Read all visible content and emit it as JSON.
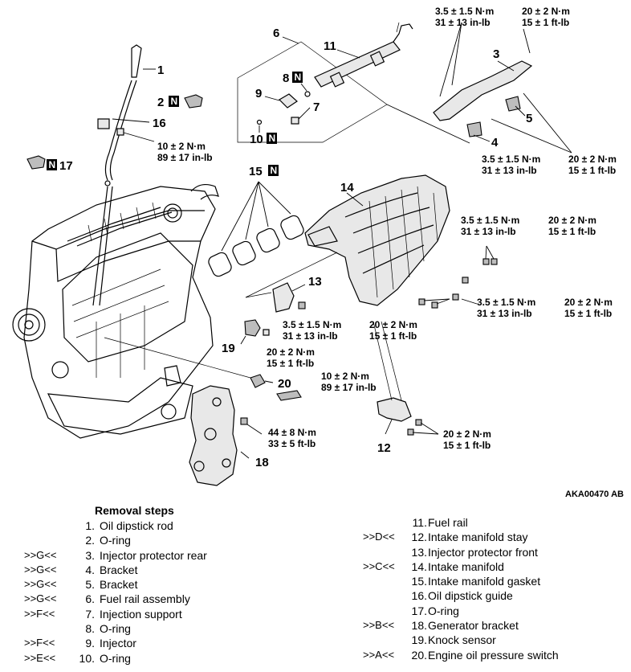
{
  "diagram": {
    "figure_code": "AKA00470 AB",
    "new_part_symbol": "N",
    "callouts": [
      "1",
      "2",
      "3",
      "4",
      "5",
      "6",
      "7",
      "8",
      "9",
      "10",
      "11",
      "12",
      "13",
      "14",
      "15",
      "16",
      "17",
      "18",
      "19",
      "20"
    ],
    "torques": {
      "t_top_left": [
        "3.5 ± 1.5 N·m",
        "31 ± 13 in-lb"
      ],
      "t_top_right": [
        "20 ± 2 N·m",
        "15 ± 1 ft-lb"
      ],
      "t_mid_left": [
        "3.5 ± 1.5 N·m",
        "31 ± 13 in-lb"
      ],
      "t_mid_right": [
        "20 ± 2 N·m",
        "15 ± 1 ft-lb"
      ],
      "t_dip": [
        "10 ± 2 N·m",
        "89 ± 17 in-lb"
      ],
      "t_r1_left": [
        "3.5 ± 1.5 N·m",
        "31 ± 13 in-lb"
      ],
      "t_r1_right": [
        "20 ± 2 N·m",
        "15 ± 1 ft-lb"
      ],
      "t_r2_left": [
        "3.5 ± 1.5 N·m",
        "31 ± 13 in-lb"
      ],
      "t_r2_right": [
        "20 ± 2 N·m",
        "15 ± 1 ft-lb"
      ],
      "t_13": [
        "3.5 ± 1.5 N·m",
        "31 ± 13 in-lb"
      ],
      "t_14": [
        "20 ± 2 N·m",
        "15 ± 1 ft-lb"
      ],
      "t_19": [
        "20 ± 2 N·m",
        "15 ± 1 ft-lb"
      ],
      "t_20": [
        "10 ± 2 N·m",
        "89 ± 17 in-lb"
      ],
      "t_18": [
        "44 ± 8 N·m",
        "33 ± 5 ft-lb"
      ],
      "t_12": [
        "20 ± 2 N·m",
        "15 ± 1 ft-lb"
      ]
    }
  },
  "removal": {
    "title": "Removal steps",
    "left": [
      {
        "mark": "",
        "num": "1.",
        "label": "Oil dipstick rod"
      },
      {
        "mark": "",
        "num": "2.",
        "label": "O-ring"
      },
      {
        "mark": ">>G<<",
        "num": "3.",
        "label": "Injector protector rear"
      },
      {
        "mark": ">>G<<",
        "num": "4.",
        "label": "Bracket"
      },
      {
        "mark": ">>G<<",
        "num": "5.",
        "label": "Bracket"
      },
      {
        "mark": ">>G<<",
        "num": "6.",
        "label": "Fuel rail assembly"
      },
      {
        "mark": ">>F<<",
        "num": "7.",
        "label": "Injection support"
      },
      {
        "mark": "",
        "num": "8.",
        "label": "O-ring"
      },
      {
        "mark": ">>F<<",
        "num": "9.",
        "label": "Injector"
      },
      {
        "mark": ">>E<<",
        "num": "10.",
        "label": "O-ring"
      }
    ],
    "right": [
      {
        "mark": "",
        "num": "11.",
        "label": "Fuel rail"
      },
      {
        "mark": ">>D<<",
        "num": "12.",
        "label": "Intake manifold stay"
      },
      {
        "mark": "",
        "num": "13.",
        "label": "Injector protector front"
      },
      {
        "mark": ">>C<<",
        "num": "14.",
        "label": "Intake manifold"
      },
      {
        "mark": "",
        "num": "15.",
        "label": "Intake manifold gasket"
      },
      {
        "mark": "",
        "num": "16.",
        "label": "Oil dipstick guide"
      },
      {
        "mark": "",
        "num": "17.",
        "label": "O-ring"
      },
      {
        "mark": ">>B<<",
        "num": "18.",
        "label": "Generator bracket"
      },
      {
        "mark": "",
        "num": "19.",
        "label": "Knock sensor"
      },
      {
        "mark": ">>A<<",
        "num": "20.",
        "label": "Engine oil pressure switch"
      }
    ]
  }
}
